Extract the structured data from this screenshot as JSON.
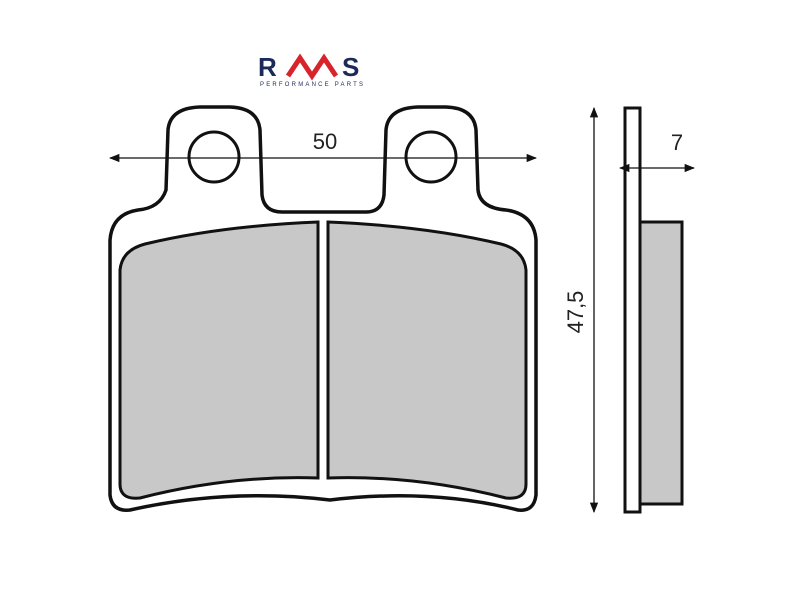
{
  "logo": {
    "brand": "RMS",
    "tagline": "PERFORMANCE PARTS",
    "colors": {
      "dark": "#1c2a5a",
      "red": "#d8232a"
    }
  },
  "dimensions": {
    "width": "50",
    "height": "47,5",
    "thickness": "7"
  },
  "colors": {
    "outline": "#111111",
    "friction": "#c8c8c8",
    "background": "#ffffff"
  }
}
